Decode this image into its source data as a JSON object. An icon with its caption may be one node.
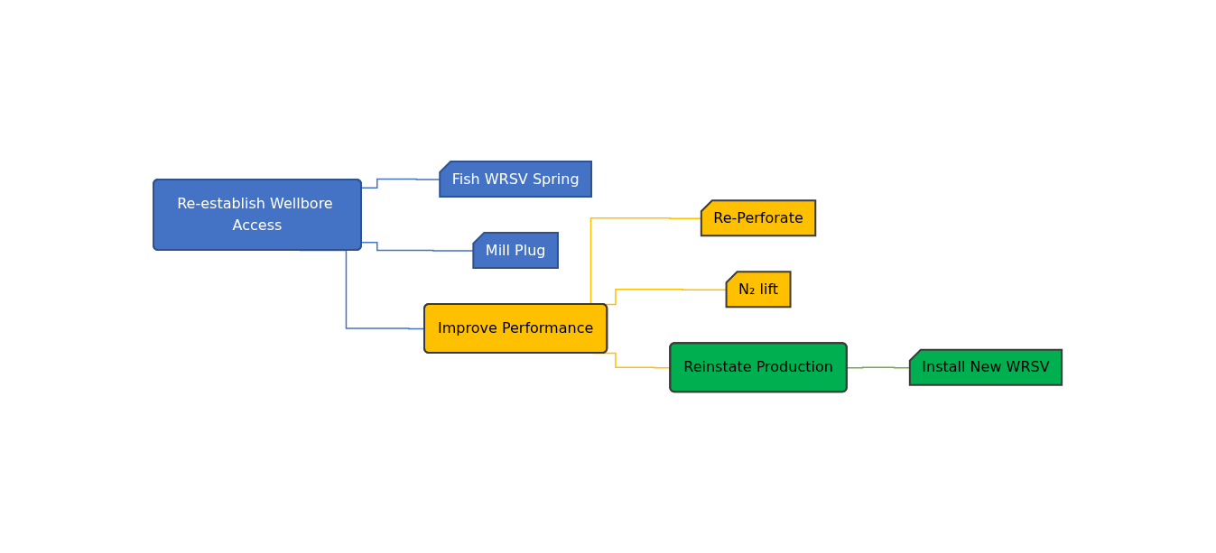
{
  "diagram": {
    "nodes": [
      {
        "text": [
          "Re-establish Wellbore Access"
        ]
      },
      {
        "text": [
          "Fish WRSV Spring"
        ]
      },
      {
        "text": [
          "Mill Plug"
        ]
      },
      {
        "text": [
          "Improve Performance"
        ]
      },
      {
        "text": [
          "Re-Perforate"
        ]
      },
      {
        "text": [
          "N₂ lift"
        ]
      },
      {
        "text": [
          "Reinstate Production"
        ]
      },
      {
        "text": [
          "Install New WRSV"
        ]
      }
    ],
    "edges": [
      {
        "from": 0,
        "to": 1,
        "arrow": "none",
        "color": "#4472c4"
      },
      {
        "from": 0,
        "to": 2,
        "arrow": "none",
        "color": "#4472c4"
      },
      {
        "from": 0,
        "to": 3,
        "arrow": "none",
        "color": "#4472c4"
      },
      {
        "from": 3,
        "to": 4,
        "arrow": "none",
        "color": "#ffc000"
      },
      {
        "from": 3,
        "to": 5,
        "arrow": "none",
        "color": "#ffc000"
      },
      {
        "from": 3,
        "to": 6,
        "arrow": "none",
        "color": "#ffc000"
      },
      {
        "from": 6,
        "to": 7,
        "arrow": "none",
        "color": "#70ad47"
      }
    ]
  }
}
